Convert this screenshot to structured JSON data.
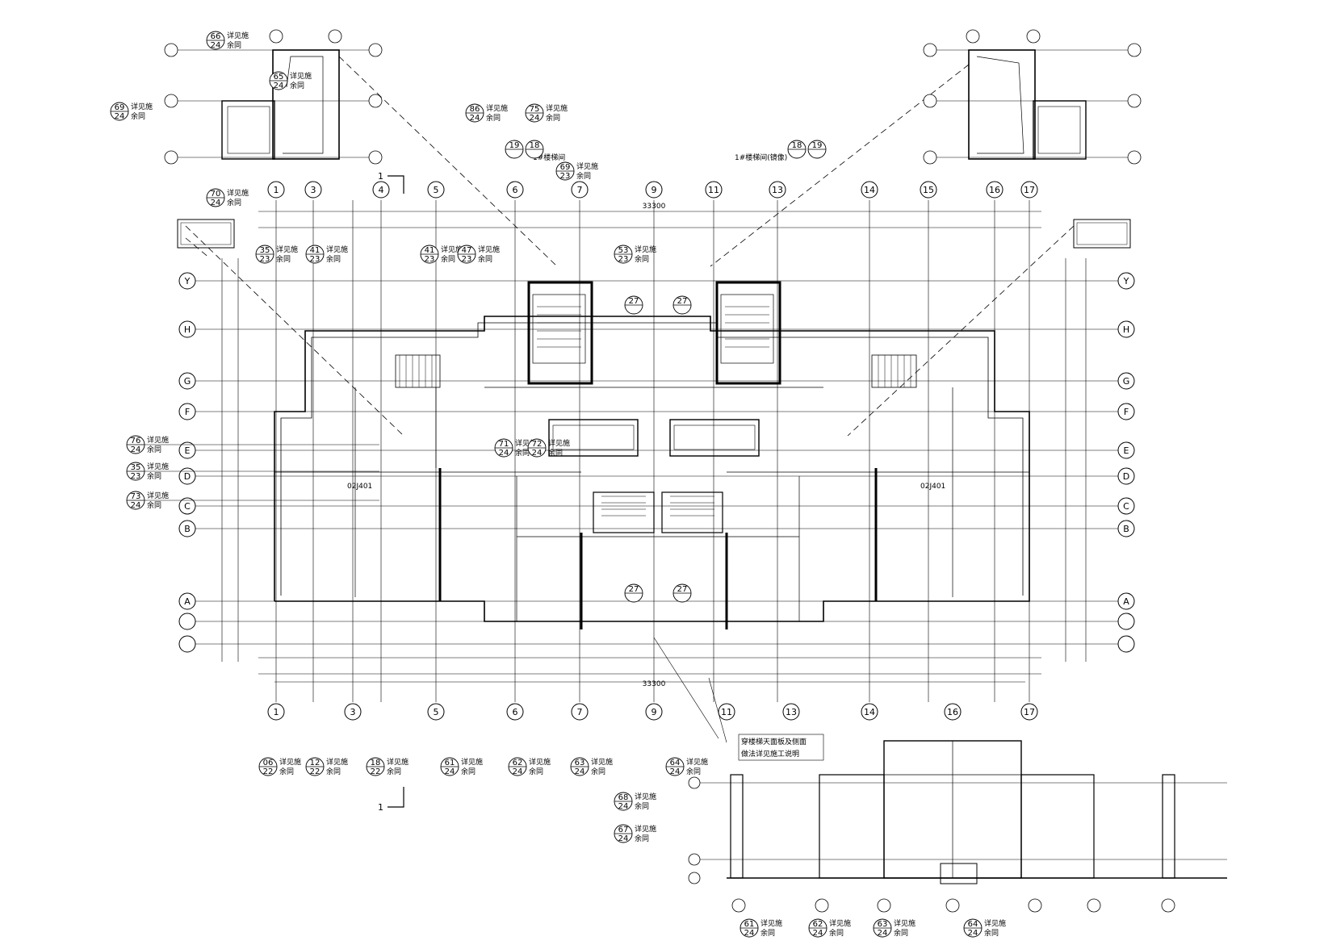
{
  "detail_ref_label_top": "详见施",
  "detail_ref_label_bottom": "余同",
  "top_refs": [
    {
      "id": "left-inset-66",
      "num": "66",
      "sheet": "24"
    },
    {
      "id": "left-inset-65",
      "num": "65",
      "sheet": "24"
    },
    {
      "id": "left-inset-69",
      "num": "69",
      "sheet": "24"
    },
    {
      "id": "left-inset-70",
      "num": "70",
      "sheet": "24"
    },
    {
      "id": "mid-86",
      "num": "86",
      "sheet": "24"
    },
    {
      "id": "mid-75",
      "num": "75",
      "sheet": "24"
    },
    {
      "id": "mid-69",
      "num": "69",
      "sheet": "23"
    },
    {
      "id": "roof-35",
      "num": "35",
      "sheet": "23"
    },
    {
      "id": "roof-41a",
      "num": "41",
      "sheet": "23"
    },
    {
      "id": "roof-41b",
      "num": "41",
      "sheet": "23"
    },
    {
      "id": "roof-47",
      "num": "47",
      "sheet": "23"
    },
    {
      "id": "roof-53",
      "num": "53",
      "sheet": "23"
    }
  ],
  "left_refs": [
    {
      "num": "76",
      "sheet": "24"
    },
    {
      "num": "35",
      "sheet": "23"
    },
    {
      "num": "73",
      "sheet": "24"
    }
  ],
  "center_refs": [
    {
      "num": "71",
      "sheet": "24"
    },
    {
      "num": "72",
      "sheet": "24"
    }
  ],
  "bottom_refs": [
    {
      "num": "06",
      "sheet": "22"
    },
    {
      "num": "12",
      "sheet": "22"
    },
    {
      "num": "18",
      "sheet": "22"
    },
    {
      "num": "61",
      "sheet": "24"
    },
    {
      "num": "62",
      "sheet": "24"
    },
    {
      "num": "63",
      "sheet": "24"
    },
    {
      "num": "64",
      "sheet": "24"
    }
  ],
  "lower_right_refs": [
    {
      "num": "68",
      "sheet": "24"
    },
    {
      "num": "67",
      "sheet": "24"
    },
    {
      "num": "61",
      "sheet": "24"
    },
    {
      "num": "62",
      "sheet": "24"
    },
    {
      "num": "63",
      "sheet": "24"
    },
    {
      "num": "64",
      "sheet": "24"
    }
  ],
  "stair_refs": {
    "left": [
      "19",
      "18"
    ],
    "right": [
      "18",
      "19"
    ],
    "left_label": "1#楼梯间",
    "right_label": "1#楼梯间(镜像)"
  },
  "code_02j401": "02J401",
  "section_mark": "1",
  "stair_ref_27": "27",
  "axis_labels_top": [
    "1",
    "3",
    "4",
    "5",
    "6",
    "7",
    "9",
    "11",
    "13",
    "14",
    "15",
    "16",
    "17"
  ],
  "axis_labels_side": [
    "Y",
    "H",
    "G",
    "F",
    "E",
    "D",
    "C",
    "B",
    "A"
  ],
  "dim_total": "33300",
  "callout_lines": [
    "穿楼梯天面板及侧面",
    "做法详见施工说明"
  ]
}
